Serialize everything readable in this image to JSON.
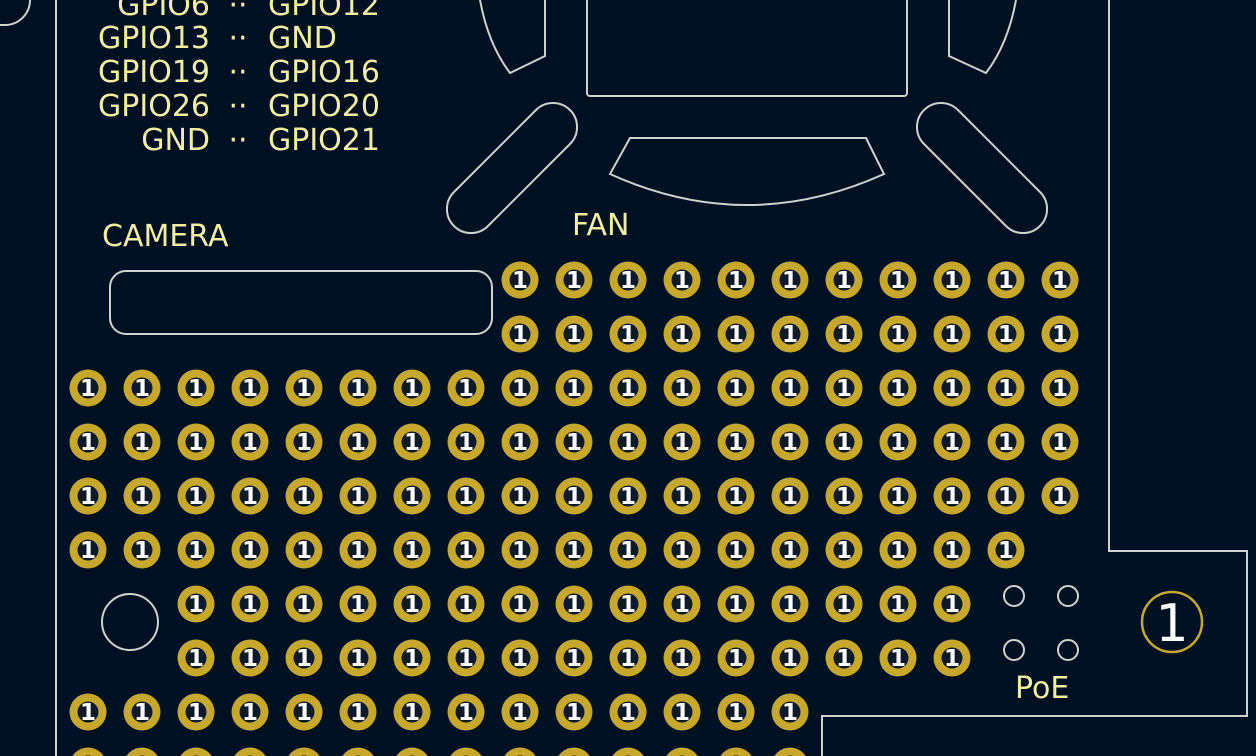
{
  "colors": {
    "background": "#001023",
    "silkscreen": "#f2eda1",
    "edge_cuts": "#d0d2cd",
    "copper": "#c8a82a"
  },
  "pinout": [
    {
      "left": "GPIO6",
      "sep": "··",
      "right": "GPIO12"
    },
    {
      "left": "GPIO13",
      "sep": "··",
      "right": "GND"
    },
    {
      "left": "GPIO19",
      "sep": "··",
      "right": "GPIO16"
    },
    {
      "left": "GPIO26",
      "sep": "··",
      "right": "GPIO20"
    },
    {
      "left": "GND",
      "sep": "··",
      "right": "GPIO21"
    }
  ],
  "labels": {
    "camera": "CAMERA",
    "fan": "FAN",
    "poe": "PoE"
  },
  "pad_label": "1",
  "marker_label": "1"
}
